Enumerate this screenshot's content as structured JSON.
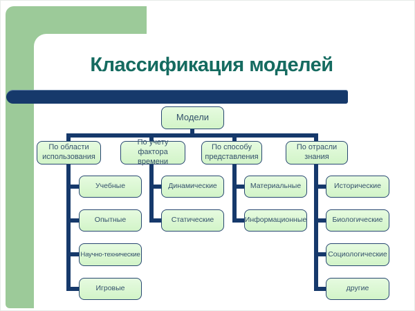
{
  "slide": {
    "title": "Классификация моделей"
  },
  "tree": {
    "root": "Модели",
    "branches": [
      {
        "label": "По области использования",
        "children": [
          "Учебные",
          "Опытные",
          "Научно-технические",
          "Игровые"
        ]
      },
      {
        "label": "По учету фактора времени",
        "children": [
          "Динамические",
          "Статические"
        ]
      },
      {
        "label": "По способу представления",
        "children": [
          "Материальные",
          "Информационные"
        ]
      },
      {
        "label": "По отрасли знания",
        "children": [
          "Исторические",
          "Биологические",
          "Социологические",
          "другие"
        ]
      }
    ]
  },
  "colors": {
    "accent_green": "#9cca99",
    "navy": "#16396b",
    "node_fill": "#d9f8d2",
    "node_border": "#264670",
    "node_text": "#33506b",
    "title_teal": "#156b60"
  }
}
